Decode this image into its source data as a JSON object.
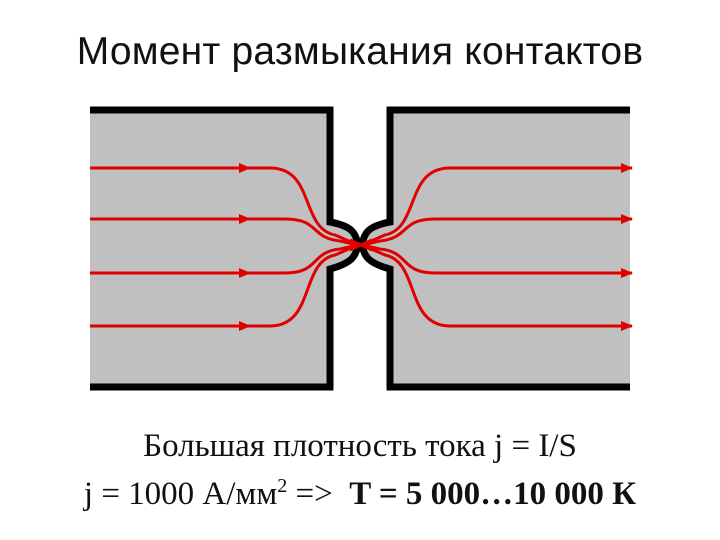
{
  "slide": {
    "title": "Момент размыкания контактов"
  },
  "caption": {
    "line1": "Большая плотность тока j = I/S",
    "line2_pre": "j = 1000 А/мм",
    "line2_sup": "2",
    "line2_mid": " => ",
    "line2_bold": "T = 5 000…10 000 К"
  },
  "colors": {
    "contact_fill": "#c0c0c0",
    "contact_border": "#000000",
    "current_line": "#e00000"
  }
}
